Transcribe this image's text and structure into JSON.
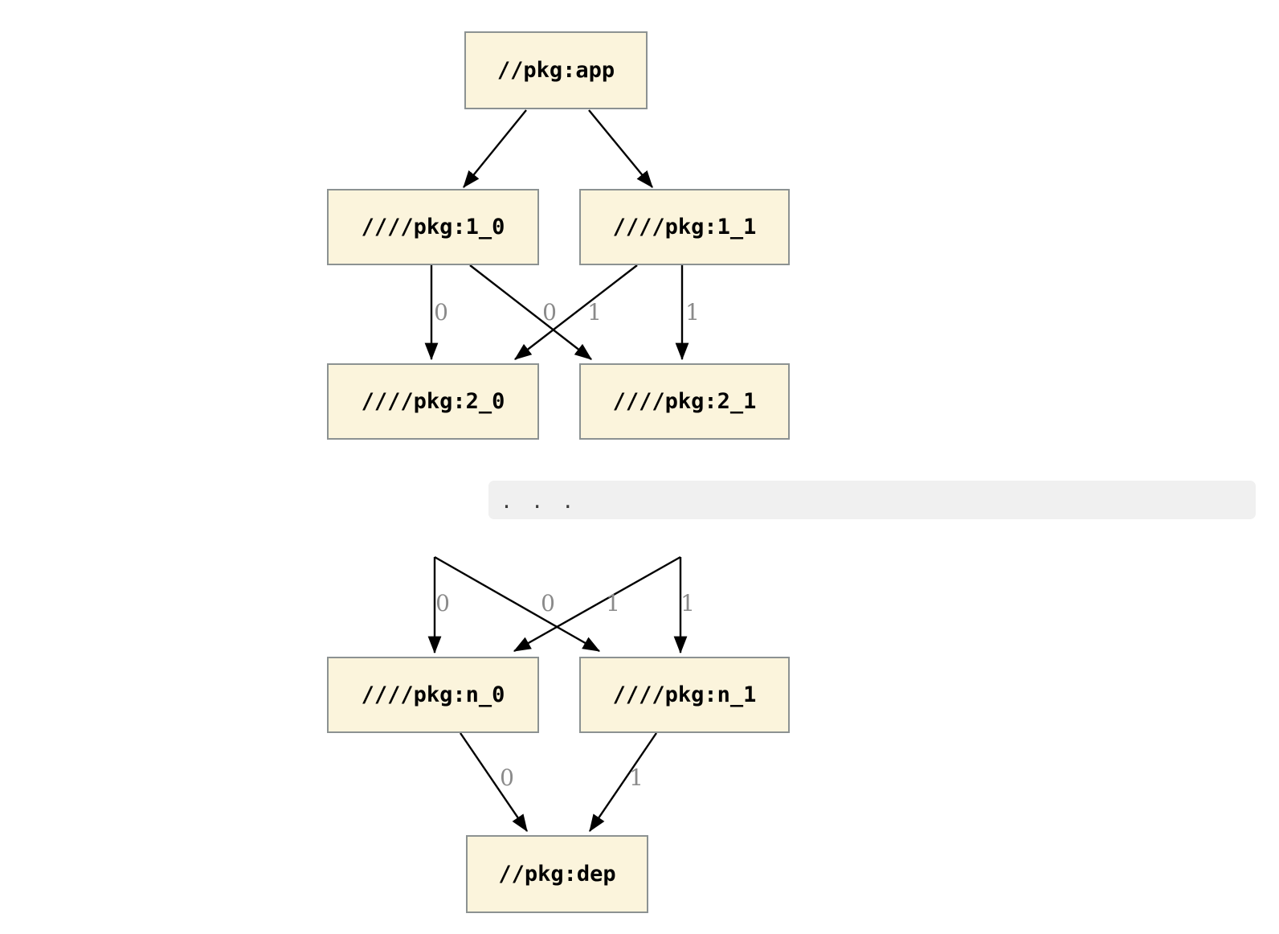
{
  "nodes": [
    {
      "id": "app",
      "label": "//pkg:app"
    },
    {
      "id": "1_0",
      "label": "////pkg:1_0"
    },
    {
      "id": "1_1",
      "label": "////pkg:1_1"
    },
    {
      "id": "2_0",
      "label": "////pkg:2_0"
    },
    {
      "id": "2_1",
      "label": "////pkg:2_1"
    },
    {
      "id": "n_0",
      "label": "////pkg:n_0"
    },
    {
      "id": "n_1",
      "label": "////pkg:n_1"
    },
    {
      "id": "dep",
      "label": "//pkg:dep"
    }
  ],
  "edges": [
    {
      "from": "//pkg:app",
      "to": "////pkg:1_0",
      "label": ""
    },
    {
      "from": "//pkg:app",
      "to": "////pkg:1_1",
      "label": ""
    },
    {
      "from": "////pkg:1_0",
      "to": "////pkg:2_0",
      "label": "0"
    },
    {
      "from": "////pkg:1_0",
      "to": "////pkg:2_1",
      "label": "1"
    },
    {
      "from": "////pkg:1_1",
      "to": "////pkg:2_0",
      "label": "0"
    },
    {
      "from": "////pkg:1_1",
      "to": "////pkg:2_1",
      "label": "1"
    },
    {
      "from": "...",
      "to": "////pkg:n_0",
      "label": "0"
    },
    {
      "from": "...",
      "to": "////pkg:n_1",
      "label": "1"
    },
    {
      "from": "...",
      "to": "////pkg:n_0",
      "label": "0"
    },
    {
      "from": "...",
      "to": "////pkg:n_1",
      "label": "1"
    },
    {
      "from": "////pkg:n_0",
      "to": "//pkg:dep",
      "label": "0"
    },
    {
      "from": "////pkg:n_1",
      "to": "//pkg:dep",
      "label": "1"
    }
  ],
  "separator": {
    "label": ". . ."
  },
  "colors": {
    "node_fill": "#FBF4DC",
    "node_border": "#8C9292",
    "edge": "#000000",
    "edge_label": "#8A8A8A",
    "separator_bg": "#F0F0F0",
    "background": "#FFFFFF"
  }
}
